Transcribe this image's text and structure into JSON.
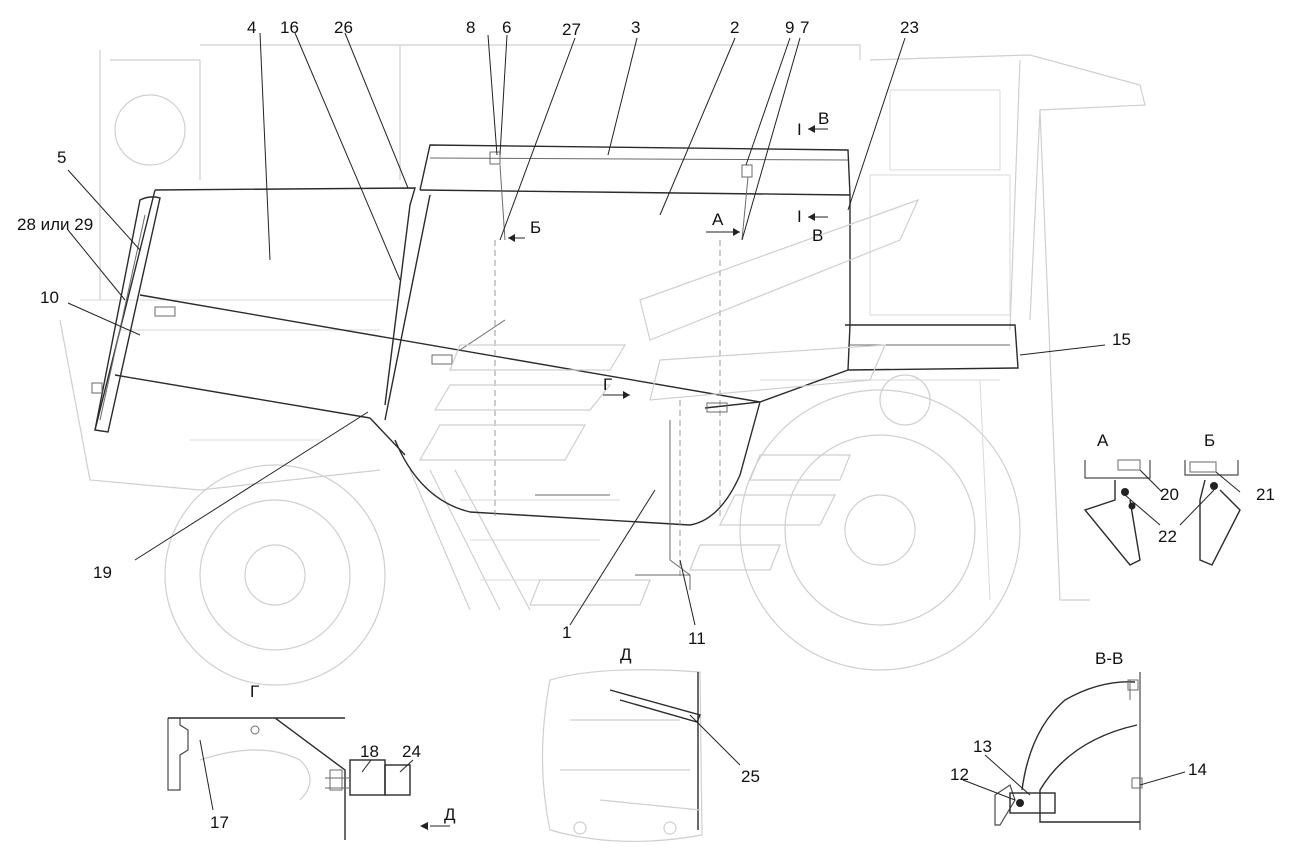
{
  "callouts": {
    "c1": "1",
    "c2": "2",
    "c3": "3",
    "c4": "4",
    "c5": "5",
    "c6": "6",
    "c7": "7",
    "c8": "8",
    "c9": "9",
    "c10": "10",
    "c11": "11",
    "c12": "12",
    "c13": "13",
    "c14": "14",
    "c15": "15",
    "c16": "16",
    "c17": "17",
    "c18": "18",
    "c19": "19",
    "c20": "20",
    "c21": "21",
    "c22": "22",
    "c23": "23",
    "c24": "24",
    "c25": "25",
    "c26": "26",
    "c27": "27",
    "c28": "28 или 29"
  },
  "view_labels": {
    "A_top": "А",
    "B_top": "Б",
    "V1": "В",
    "V2": "В",
    "A_detail": "А",
    "B_detail": "Б",
    "G_arrow": "Г",
    "G_detail": "Г",
    "D_detail": "Д",
    "D_arrow": "Д",
    "VV_detail": "В-В",
    "I1": "I",
    "I2": "I"
  }
}
